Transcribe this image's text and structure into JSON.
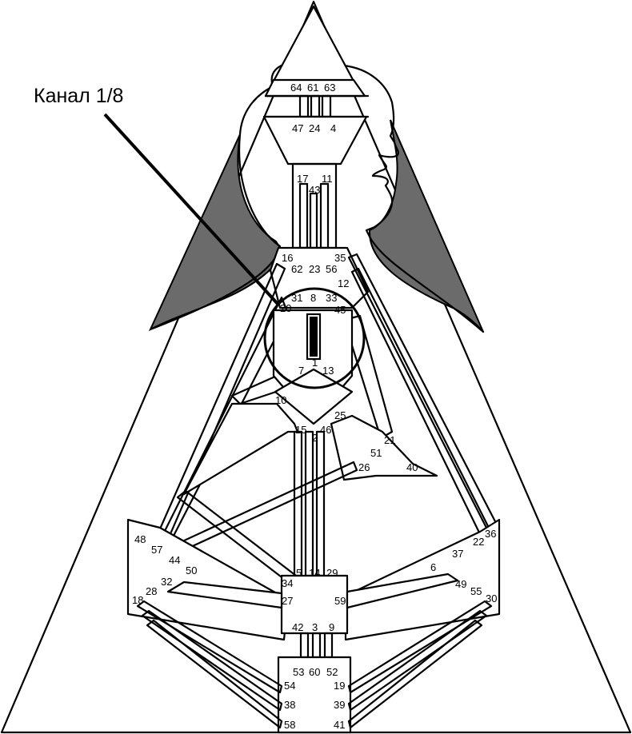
{
  "label": {
    "text": "Канал 1/8"
  },
  "colors": {
    "silhouette": "#6b6b6b",
    "line": "#000000",
    "channel_fill": "#000000",
    "background": "#ffffff"
  },
  "gates": {
    "g64": "64",
    "g61": "61",
    "g63": "63",
    "g47": "47",
    "g24": "24",
    "g4": "4",
    "g17": "17",
    "g43": "43",
    "g11": "11",
    "g16": "16",
    "g35": "35",
    "g62": "62",
    "g23": "23",
    "g56": "56",
    "g12": "12",
    "g31": "31",
    "g8": "8",
    "g33": "33",
    "g20": "20",
    "g45": "45",
    "g7": "7",
    "g1": "1",
    "g13": "13",
    "g10": "10",
    "g25": "25",
    "g15": "15",
    "g2": "2",
    "g46": "46",
    "g21": "21",
    "g51": "51",
    "g26": "26",
    "g40": "40",
    "g48": "48",
    "g57": "57",
    "g44": "44",
    "g50": "50",
    "g36": "36",
    "g22": "22",
    "g37": "37",
    "g6": "6",
    "g5": "5",
    "g14": "14",
    "g29": "29",
    "g34": "34",
    "g32": "32",
    "g28": "28",
    "g18": "18",
    "g27": "27",
    "g59": "59",
    "g49": "49",
    "g55": "55",
    "g30": "30",
    "g42": "42",
    "g3": "3",
    "g9": "9",
    "g53": "53",
    "g60": "60",
    "g52": "52",
    "g54": "54",
    "g19": "19",
    "g38": "38",
    "g39": "39",
    "g58": "58",
    "g41": "41"
  }
}
